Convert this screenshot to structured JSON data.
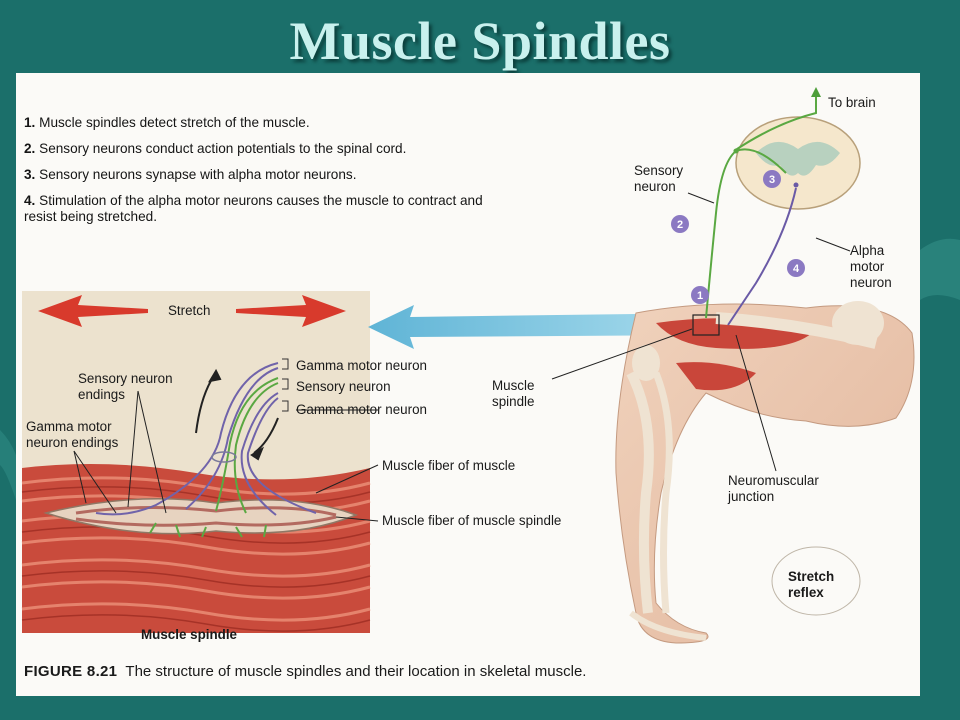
{
  "title": "Muscle Spindles",
  "steps": [
    {
      "num": "1.",
      "text": "Muscle spindles detect stretch of the muscle."
    },
    {
      "num": "2.",
      "text": "Sensory neurons conduct action potentials to the spinal cord."
    },
    {
      "num": "3.",
      "text": "Sensory neurons synapse with alpha motor neurons."
    },
    {
      "num": "4.",
      "text": "Stimulation of the alpha motor neurons causes the muscle to contract and resist being stretched."
    }
  ],
  "inset": {
    "stretch": "Stretch",
    "gamma_motor_neuron_1": "Gamma motor neuron",
    "sensory_neuron": "Sensory neuron",
    "gamma_motor_neuron_2": "Gamma motor neuron",
    "sensory_neuron_endings": "Sensory neuron endings",
    "gamma_motor_neuron_endings": "Gamma motor neuron endings",
    "muscle_fiber_of_muscle": "Muscle fiber of muscle",
    "muscle_fiber_of_spindle": "Muscle fiber of muscle spindle",
    "muscle_spindle": "Muscle spindle"
  },
  "leg": {
    "to_brain": "To brain",
    "sensory_neuron": "Sensory neuron",
    "alpha_motor_neuron": "Alpha motor neuron",
    "muscle_spindle": "Muscle spindle",
    "neuromuscular_junction": "Neuromuscular junction",
    "stretch_reflex": "Stretch reflex",
    "markers": [
      "1",
      "2",
      "3",
      "4"
    ]
  },
  "caption": {
    "figure": "FIGURE 8.21",
    "text": "The structure of muscle spindles and their location in skeletal muscle."
  },
  "colors": {
    "background": "#1b6f6a",
    "title": "#c9f1ee",
    "sensory_green": "#4e9e3a",
    "motor_purple": "#6a5aa6",
    "muscle_red": "#c7463a",
    "arrow_red": "#d83a2c",
    "arrow_blue": "#7cc6e0"
  }
}
